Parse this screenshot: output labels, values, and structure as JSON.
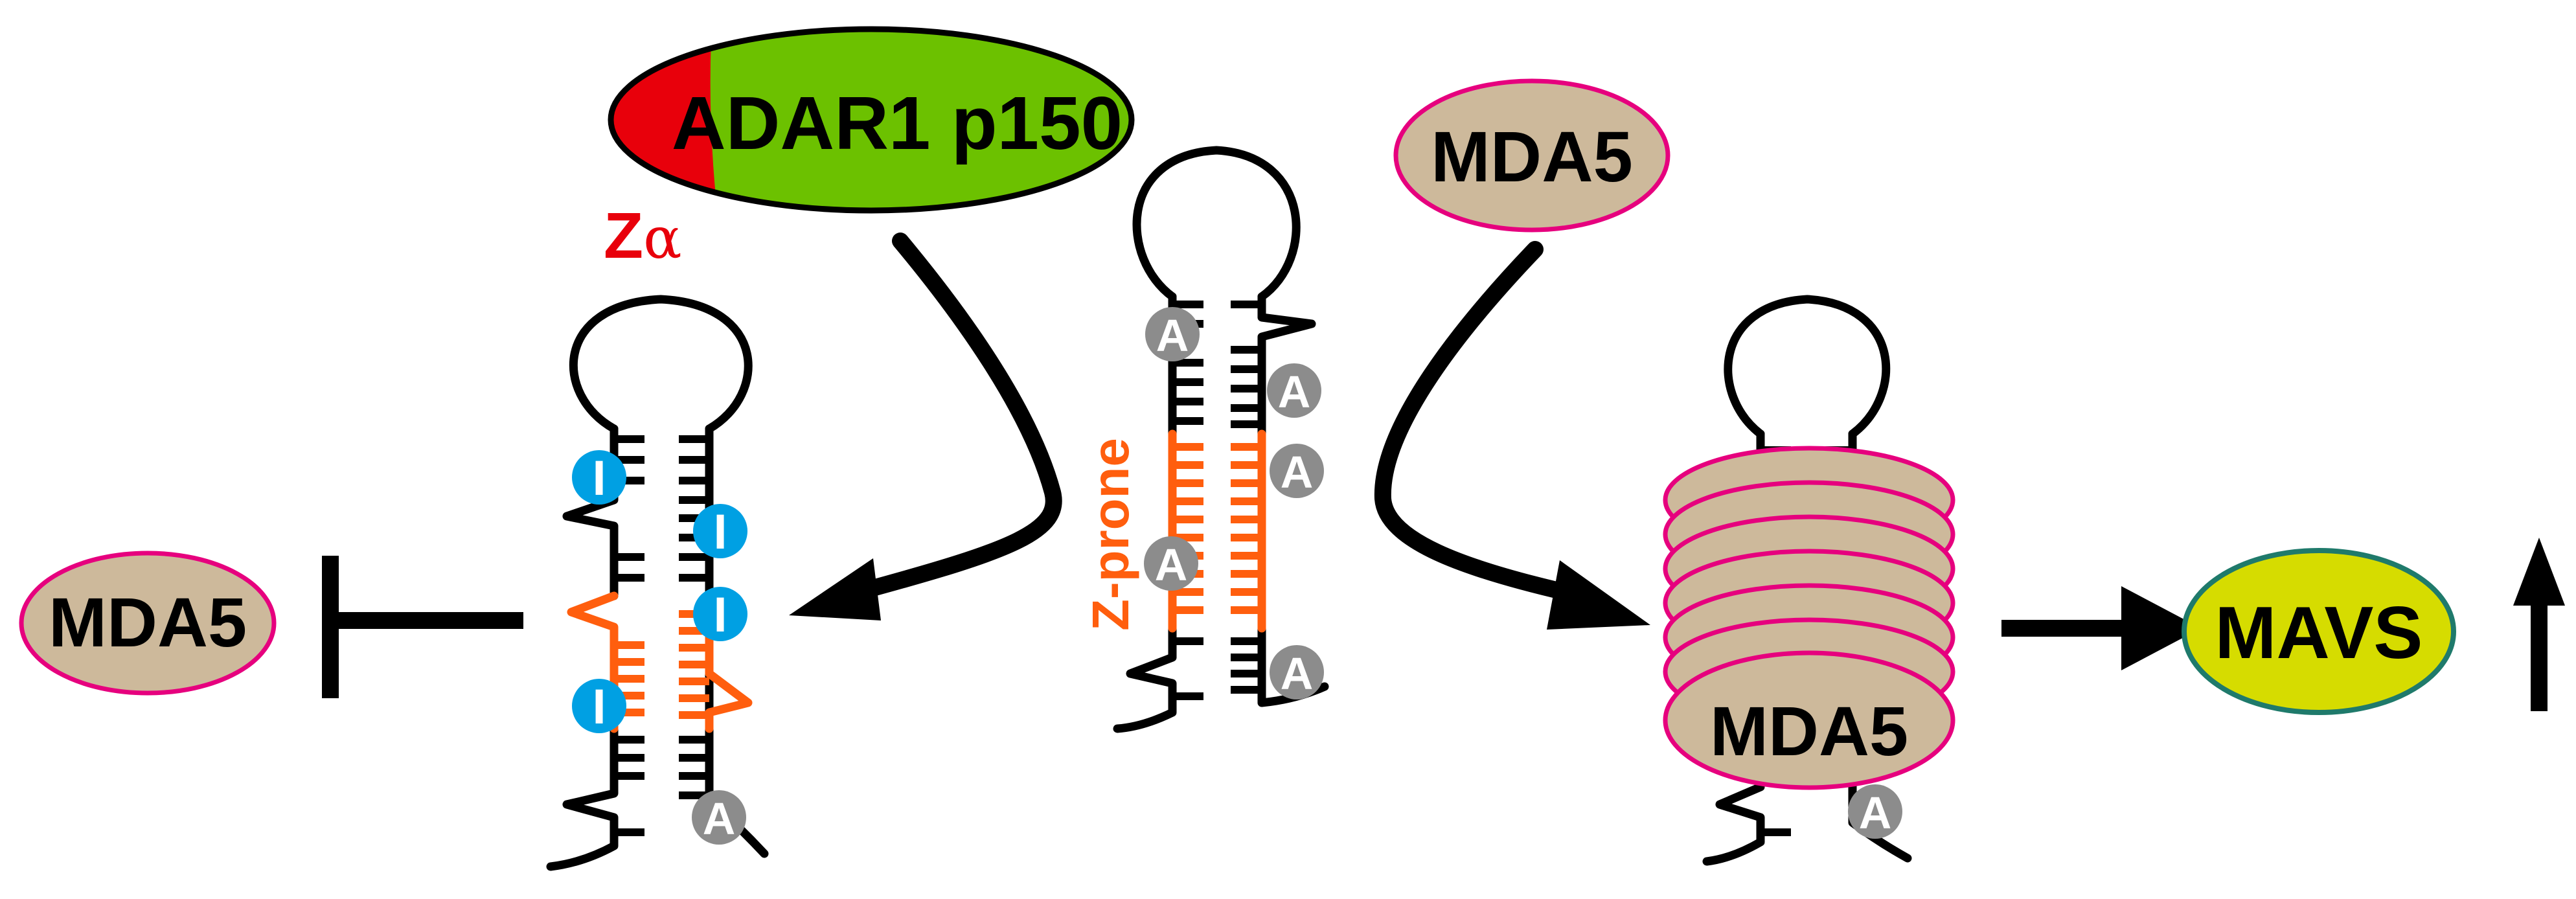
{
  "labels": {
    "adar": "ADAR1 p150",
    "zalpha_letter": "Z",
    "zalpha_greek": "α",
    "mda5_left": "MDA5",
    "mda5_top": "MDA5",
    "mda5_filament": "MDA5",
    "mavs": "MAVS",
    "zprone": "Z-prone"
  },
  "nucleotides": {
    "inosine": "I",
    "adenosine": "A"
  },
  "colors": {
    "black": "#000000",
    "adar_green": "#6CC100",
    "zalpha_red": "#E8000B",
    "mda5_fill": "#CDB99B",
    "mda5_outline": "#E6007E",
    "mavs_fill": "#D6DC00",
    "mavs_outline": "#1F7A6B",
    "zdna_orange": "#FF5E0E",
    "inosine_blue": "#00A0E3",
    "adenosine_gray": "#8C8C8C"
  }
}
